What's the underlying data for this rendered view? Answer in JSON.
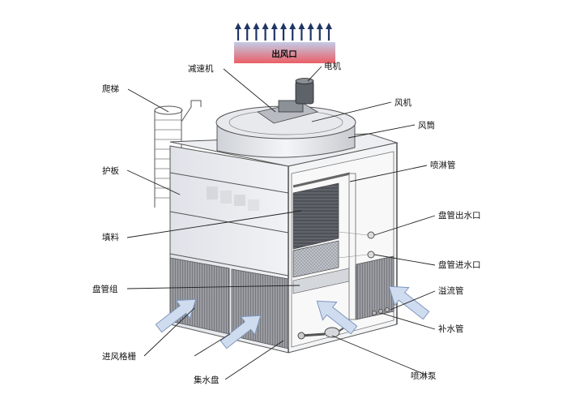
{
  "outlet_banner": {
    "label": "出风口"
  },
  "labels": {
    "reducer": "减速机",
    "motor": "电机",
    "ladder": "爬梯",
    "fan": "风机",
    "fan_duct": "风筒",
    "panel": "护板",
    "spray_pipe": "喷淋管",
    "coil_outlet": "盘管出水口",
    "fill": "填料",
    "coil_inlet": "盘管进水口",
    "coil_group": "盘管组",
    "overflow_pipe": "溢流管",
    "makeup_pipe": "补水管",
    "inlet_grille": "进风格栅",
    "water_basin": "集水盘",
    "spray_pump": "喷淋泵"
  },
  "colors": {
    "banner_gradient": [
      "#c2cbe6",
      "#ea5f66"
    ],
    "airflow_arrow": "#1f3564",
    "intake_arrow_fill": "#cfdcf0",
    "intake_arrow_stroke": "#7e97bb",
    "casing": "#e6e8ec",
    "grille": "#6e7178"
  },
  "icons": {
    "outlet_arrows": "arrow-up-icon",
    "intake_arrows": "arrow-up-right-icon"
  }
}
